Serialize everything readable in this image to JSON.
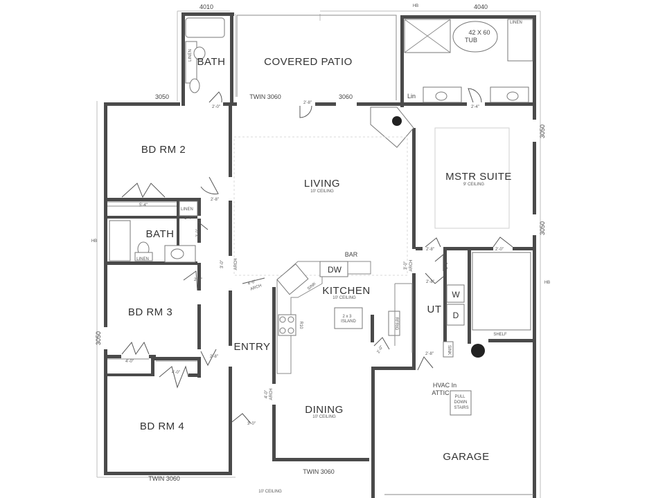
{
  "rooms": {
    "bath_top": "BATH",
    "covered_patio": "COVERED PATIO",
    "bdrm2": "BD RM 2",
    "living": "LIVING",
    "living_ceiling": "10' CEILING",
    "mstr_suite": "MSTR SUITE",
    "mstr_ceiling": "9' CEILING",
    "bath_hall": "BATH",
    "bdrm3": "BD RM 3",
    "kitchen": "KITCHEN",
    "kitchen_ceiling": "10' CEILING",
    "entry": "ENTRY",
    "ut": "UT",
    "bdrm4": "BD RM 4",
    "dining": "DINING",
    "dining_ceiling": "10' CEILING",
    "garage": "GARAGE",
    "hvac_line1": "HVAC In",
    "hvac_line2": "ATTIC",
    "ceiling_bottom": "10' CEILING"
  },
  "windows": {
    "w4010": "4010",
    "w4040": "4040",
    "w3050_top": "3050",
    "twin3060_top": "TWIN 3060",
    "w3060_top": "3060",
    "w3050_right1": "3050",
    "w3050_right2": "3050",
    "w3050_left": "3050",
    "twin3060_bd4": "TWIN 3060",
    "twin3060_dining": "TWIN 3060"
  },
  "hose_bibs": {
    "hb_top": "HB",
    "hb_left": "HB",
    "hb_right": "HB"
  },
  "doors": {
    "d_bath_top": "2'-0\"",
    "d_patio": "2'-8\"",
    "d_mstr_bath": "2'-4\"",
    "d_bd2_closet": "5'-4\"",
    "d_bd2": "2'-8\"",
    "d_linen_closet": "1'-4\"",
    "d_bath_hall": "2'-0\"",
    "arch_living": "3'-0\"",
    "arch_living_label": "ARCH",
    "d_mstr1": "2'-8\"",
    "d_mstr2": "2'-0\"",
    "arch_kitchen": "3'-0\"",
    "arch_kitchen_label": "ARCH",
    "d_ut_a": "2'-0\"",
    "d_ut_b": "2'-8\"",
    "d_bd3": "2'-8\"",
    "arch_entry": "4'-0\"",
    "arch_entry_label": "ARCH",
    "d_pantry": "2'-0\"",
    "d_bd3_closet": "4'-0\"",
    "d_bd4_closet": "4'-0\"",
    "d_bd4": "2'-8\"",
    "d_garage": "2'-8\"",
    "arch_dining": "4'-0\"",
    "arch_dining_label": "ARCH",
    "d_front": "3'-0\""
  },
  "labels": {
    "linen_bath_top": "LINEN",
    "linen_mstr": "LINEN",
    "lin_mstr": "Lin",
    "tub": "42 X 60",
    "tub_word": "TUB",
    "linen_hall": "LINEN",
    "linen_bath_hall": "LINEN",
    "bar": "BAR",
    "dw": "DW",
    "sink": "SINK",
    "island_line1": "2 x 3",
    "island_line2": "ISLAND",
    "range": "R10",
    "refrig": "RFRIG",
    "washer": "W",
    "dryer": "D",
    "ut_sink": "SINK",
    "shelf": "SHELF",
    "pull_line1": "PULL",
    "pull_line2": "DOWN",
    "pull_line3": "STAIRS"
  }
}
